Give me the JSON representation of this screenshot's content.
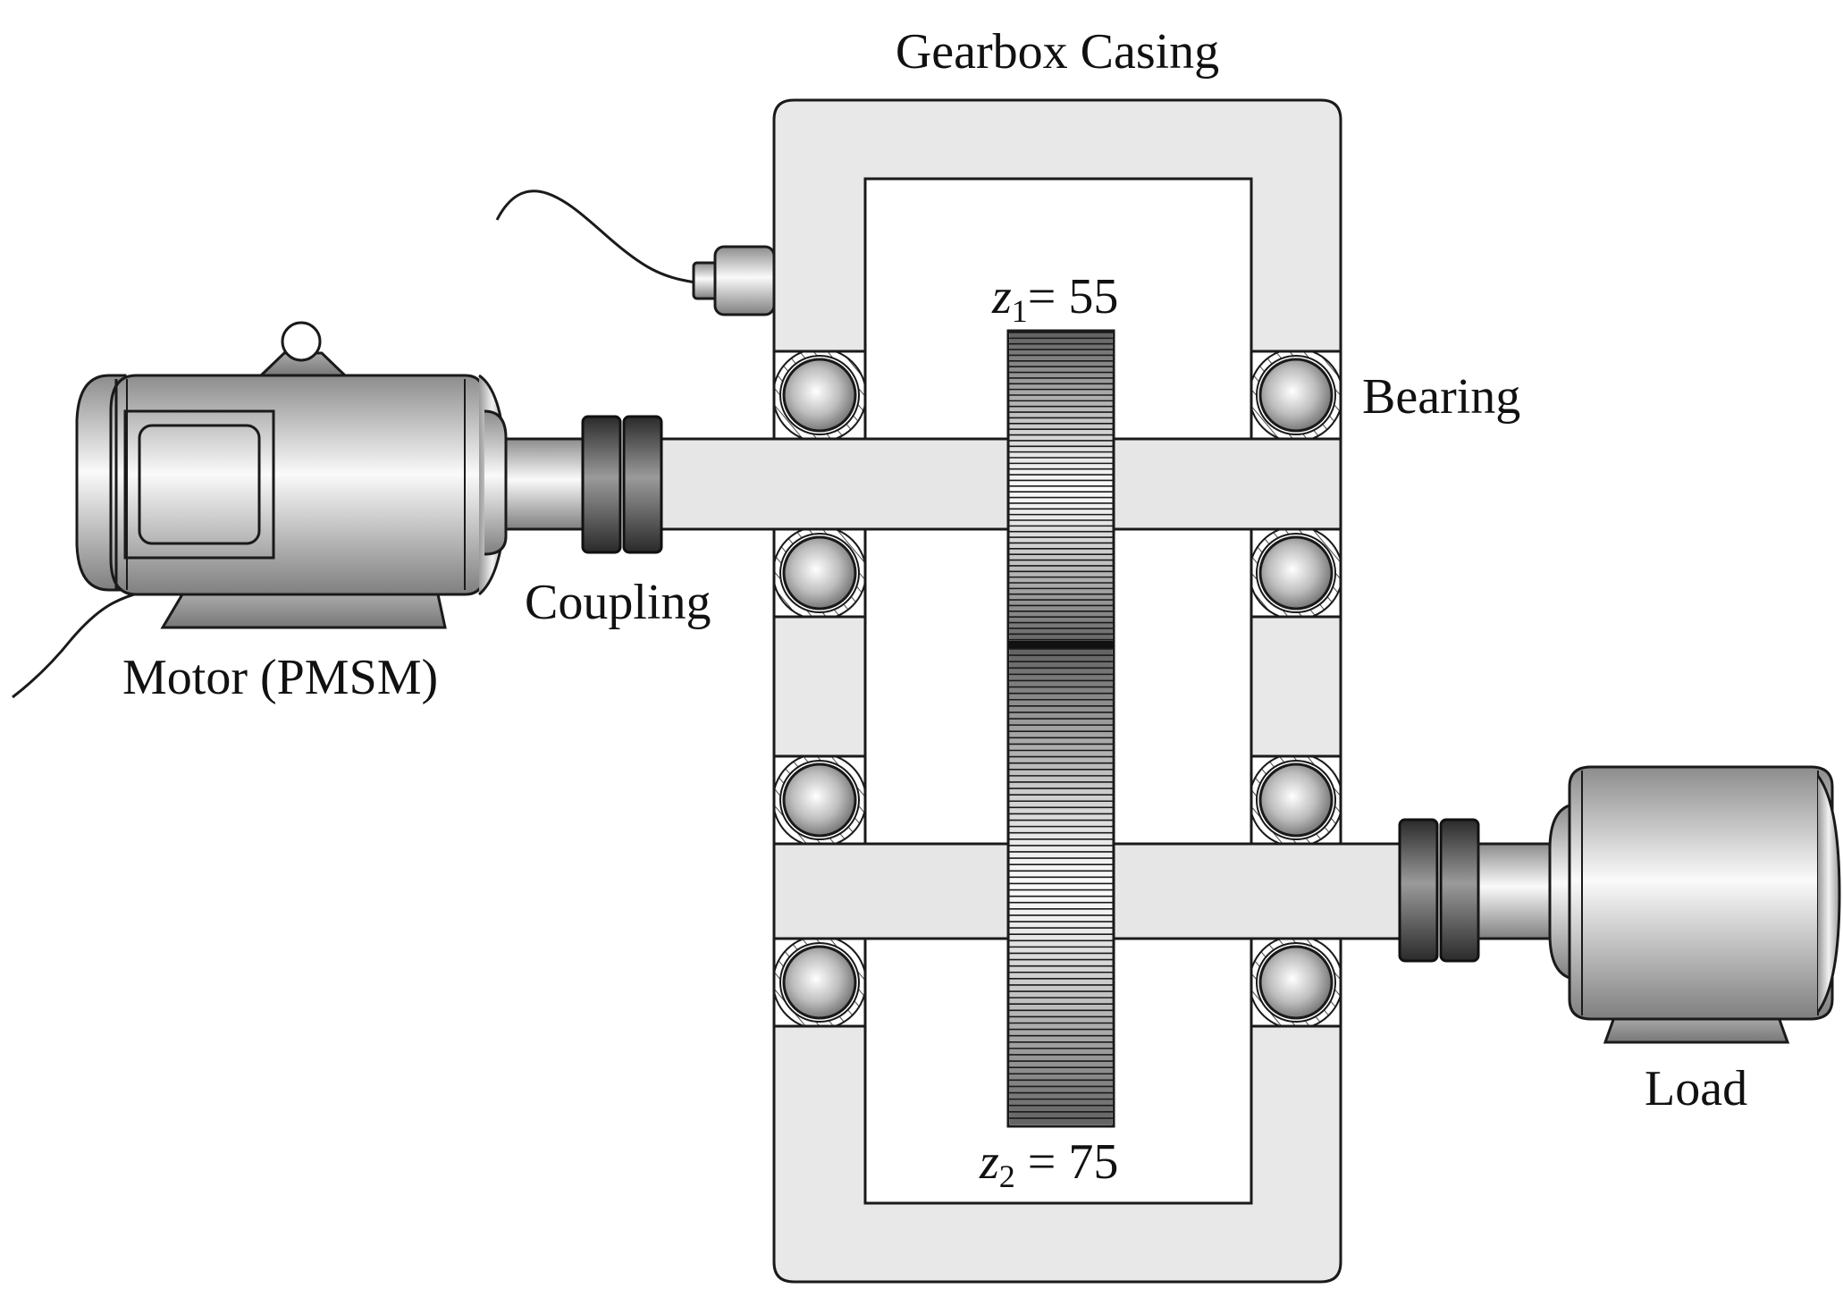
{
  "labels": {
    "casing": "Gearbox Casing",
    "bearing": "Bearing",
    "coupling": "Coupling",
    "motor": "Motor (PMSM)",
    "load": "Load",
    "gear1_var": "z",
    "gear1_sub": "1",
    "gear1_val": "= 55",
    "gear2_var": "z",
    "gear2_sub": "2",
    "gear2_val": " = 75"
  },
  "gears": {
    "z1": 55,
    "z2": 75
  },
  "colors": {
    "outline": "#1a1a1a",
    "casing_fill": "#e8e8e8",
    "shaft_fill": "#e6e6e6",
    "coupling_dark": "#3a3a3a",
    "hatch": "#555555"
  },
  "icons": {
    "motor": "electric-motor-icon",
    "load": "load-machine-icon",
    "sensor": "accelerometer-sensor-icon"
  }
}
